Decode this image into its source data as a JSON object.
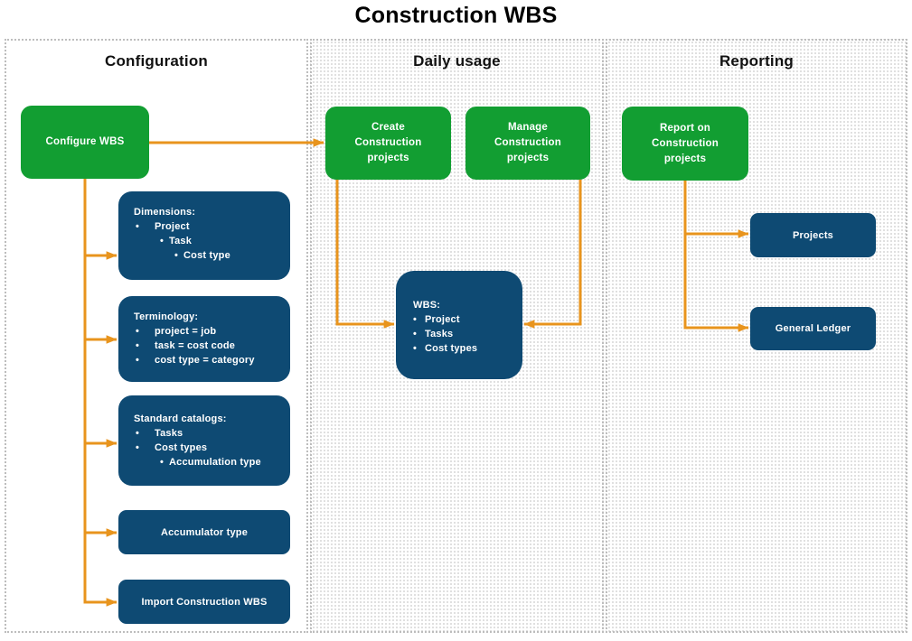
{
  "title": "Construction WBS",
  "colors": {
    "green": "#129E32",
    "blue": "#0E4A73",
    "orange": "#E8941D"
  },
  "columns": [
    {
      "id": "configuration",
      "header": "Configuration"
    },
    {
      "id": "daily-usage",
      "header": "Daily usage"
    },
    {
      "id": "reporting",
      "header": "Reporting"
    }
  ],
  "nodes": {
    "configure_wbs": {
      "label": "Configure WBS"
    },
    "dimensions": {
      "lines": [
        {
          "text": "Dimensions:",
          "indent": 0,
          "bullet": false
        },
        {
          "text": "Project",
          "indent": 1,
          "bullet": true
        },
        {
          "text": "Task",
          "indent": 2,
          "bullet": true
        },
        {
          "text": "Cost type",
          "indent": 3,
          "bullet": true
        }
      ]
    },
    "terminology": {
      "lines": [
        {
          "text": "Terminology:",
          "indent": 0,
          "bullet": false
        },
        {
          "text": "project = job",
          "indent": 1,
          "bullet": true
        },
        {
          "text": "task = cost code",
          "indent": 1,
          "bullet": true
        },
        {
          "text": "cost type = category",
          "indent": 1,
          "bullet": true
        }
      ]
    },
    "standard_catalogs": {
      "lines": [
        {
          "text": "Standard catalogs:",
          "indent": 0,
          "bullet": false
        },
        {
          "text": "Tasks",
          "indent": 1,
          "bullet": true
        },
        {
          "text": "Cost types",
          "indent": 1,
          "bullet": true
        },
        {
          "text": "Accumulation type",
          "indent": 2,
          "bullet": true
        }
      ]
    },
    "accumulator_type": {
      "label": "Accumulator type"
    },
    "import_wbs": {
      "label": "Import Construction WBS"
    },
    "create_projects": {
      "label": "Create Construction projects"
    },
    "manage_projects": {
      "label": "Manage Construction projects"
    },
    "wbs": {
      "lines": [
        {
          "text": "WBS:",
          "indent": 0,
          "bullet": false
        },
        {
          "text": "Project",
          "indent": 1,
          "bullet": true
        },
        {
          "text": "Tasks",
          "indent": 1,
          "bullet": true
        },
        {
          "text": "Cost types",
          "indent": 1,
          "bullet": true
        }
      ]
    },
    "report_projects": {
      "label": "Report on Construction projects"
    },
    "projects": {
      "label": "Projects"
    },
    "general_ledger": {
      "label": "General Ledger"
    }
  }
}
